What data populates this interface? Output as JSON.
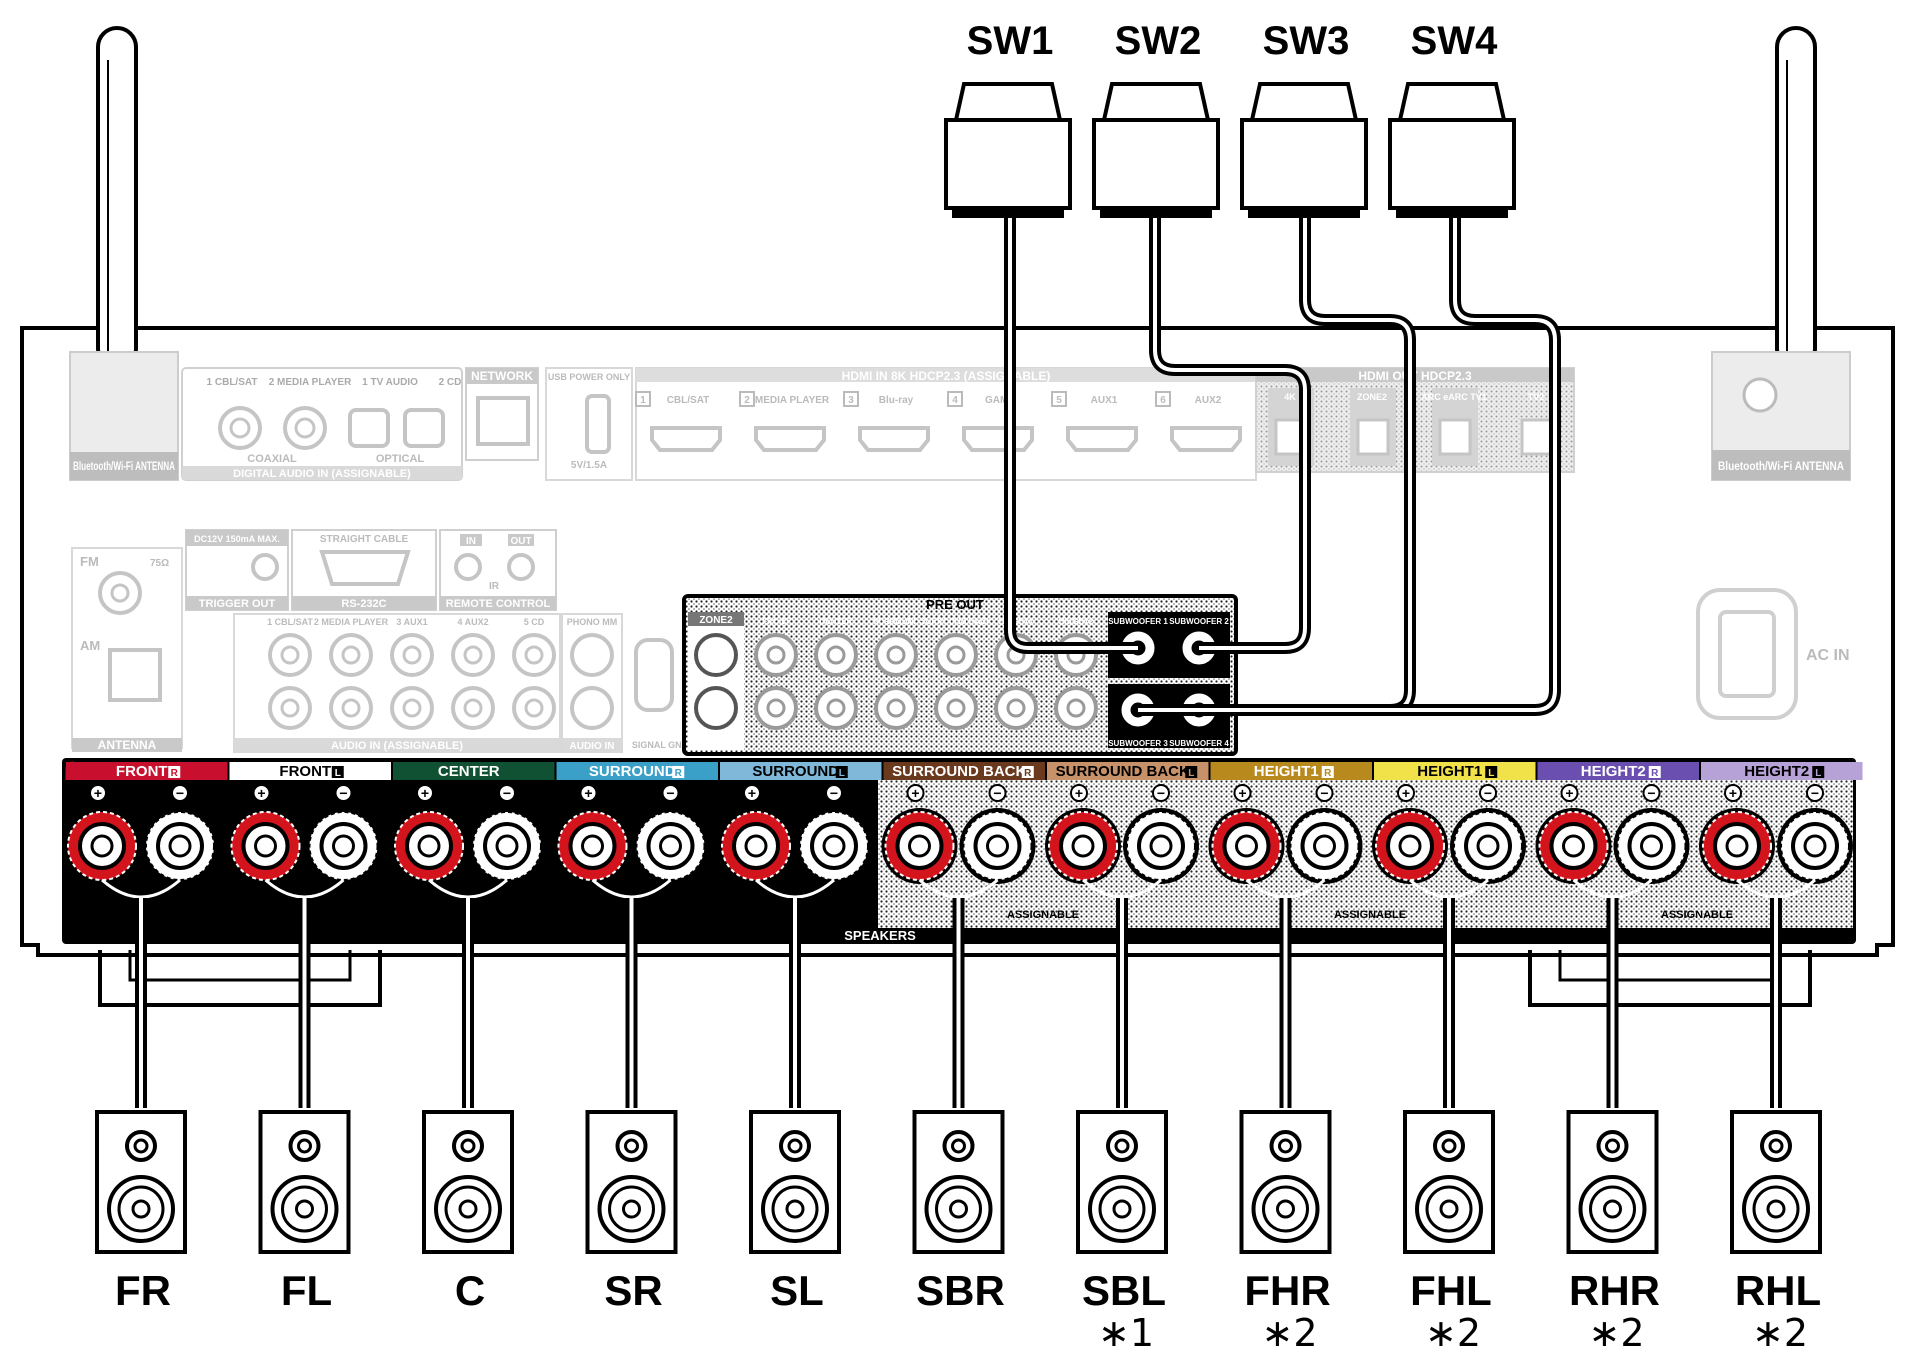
{
  "subwoofers": [
    {
      "label": "SW1"
    },
    {
      "label": "SW2"
    },
    {
      "label": "SW3"
    },
    {
      "label": "SW4"
    }
  ],
  "speakers": [
    {
      "label": "FR",
      "note": ""
    },
    {
      "label": "FL",
      "note": ""
    },
    {
      "label": "C",
      "note": ""
    },
    {
      "label": "SR",
      "note": ""
    },
    {
      "label": "SL",
      "note": ""
    },
    {
      "label": "SBR",
      "note": ""
    },
    {
      "label": "SBL",
      "note": "∗1"
    },
    {
      "label": "FHR",
      "note": "∗2"
    },
    {
      "label": "FHL",
      "note": "∗2"
    },
    {
      "label": "RHR",
      "note": "∗2"
    },
    {
      "label": "RHL",
      "note": "∗2"
    }
  ],
  "terminal_bar": {
    "channels": [
      {
        "label": "FRONT",
        "side": "R",
        "color": "#c8102e"
      },
      {
        "label": "FRONT",
        "side": "L",
        "color": "#ffffff"
      },
      {
        "label": "CENTER",
        "side": "",
        "color": "#0f5132"
      },
      {
        "label": "SURROUND",
        "side": "R",
        "color": "#3aa0c8"
      },
      {
        "label": "SURROUND",
        "side": "L",
        "color": "#7fb8d8"
      },
      {
        "label": "SURROUND BACK",
        "side": "R",
        "color": "#6b3a1e"
      },
      {
        "label": "SURROUND BACK",
        "side": "L",
        "color": "#c7926a"
      },
      {
        "label": "HEIGHT1",
        "side": "R",
        "color": "#b88a1e"
      },
      {
        "label": "HEIGHT1",
        "side": "L",
        "color": "#f2e24a"
      },
      {
        "label": "HEIGHT2",
        "side": "R",
        "color": "#6a4fb0"
      },
      {
        "label": "HEIGHT2",
        "side": "L",
        "color": "#b7a2d8"
      }
    ],
    "speakers_label": "SPEAKERS",
    "assignable_label": "ASSIGNABLE"
  },
  "preout": {
    "title": "PRE OUT",
    "zone2": "ZONE2",
    "channels": [
      "FRONT",
      "CENTER",
      "SURROUND",
      "SURROUND BACK",
      "HEIGHT1",
      "HEIGHT2"
    ],
    "sub_labels": [
      "SUBWOOFER 1",
      "SUBWOOFER 2",
      "SUBWOOFER 3",
      "SUBWOOFER 4"
    ]
  },
  "rear_panel": {
    "antenna_left": "Bluetooth/Wi-Fi ANTENNA",
    "antenna_right": "Bluetooth/Wi-Fi ANTENNA",
    "digital_audio_inputs": [
      "1 CBL/SAT",
      "2 MEDIA PLAYER",
      "1 TV AUDIO",
      "2 CD"
    ],
    "coaxial": "COAXIAL",
    "optical": "OPTICAL",
    "digital_audio_label": "DIGITAL AUDIO IN (ASSIGNABLE)",
    "network": "NETWORK",
    "usb": "USB POWER ONLY",
    "usb_rating": "5V/1.5A",
    "hdmi_in_title": "HDMI IN 8K HDCP2.3 (ASSIGNABLE)",
    "hdmi_in_ports": [
      "CBL/SAT",
      "MEDIA PLAYER",
      "Blu-ray",
      "GAME",
      "AUX1",
      "AUX2"
    ],
    "hdmi_in_numbers": [
      "1",
      "2",
      "3",
      "4",
      "5",
      "6"
    ],
    "hdmi_out_title": "HDMI OUT HDCP2.3",
    "hdmi_out_ports": [
      "4K",
      "ZONE2",
      "ARC eARC TV1",
      "TV2"
    ],
    "fm": "FM",
    "fm_ohm": "75Ω",
    "am": "AM",
    "antenna": "ANTENNA",
    "trigger_label": "DC12V 150mA MAX.",
    "trigger_out": "TRIGGER OUT",
    "rs232c": "RS-232C",
    "straight_cable": "STRAIGHT CABLE",
    "remote_control": "REMOTE CONTROL",
    "ir": "IR",
    "remote_in": "IN",
    "remote_out": "OUT",
    "audio_inputs": [
      "1 CBL/SAT",
      "2 MEDIA PLAYER",
      "3 AUX1",
      "4 AUX2",
      "5 CD"
    ],
    "audio_in_label": "AUDIO IN (ASSIGNABLE)",
    "phono": "PHONO MM",
    "phono_label": "AUDIO IN",
    "signal_gnd": "SIGNAL GND",
    "ac_in": "AC IN"
  }
}
